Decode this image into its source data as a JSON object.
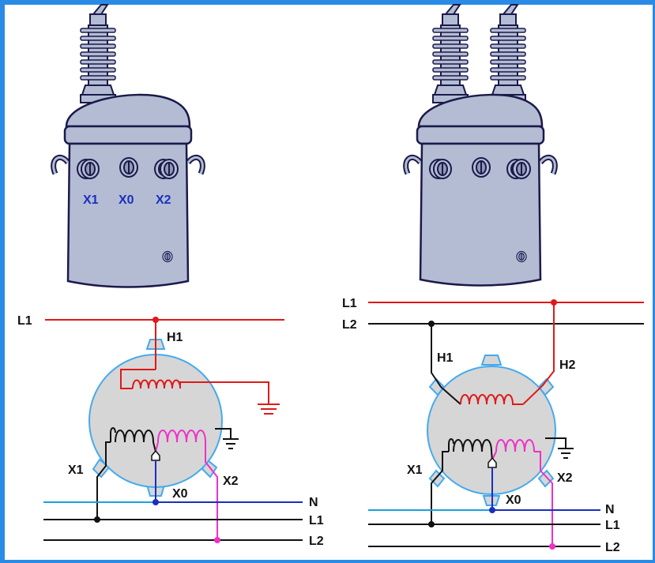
{
  "colors": {
    "frame": "#2a8be6",
    "tank": "#b4bcd4",
    "tank_dark": "#8f99b8",
    "outline": "#1a1a4a",
    "primary": "#e01818",
    "secondary": "#111111",
    "neutral_feed": "#1aa0e0",
    "neutral_tap": "#1a2fbf",
    "x2_lead": "#ee30c8",
    "case_fill": "#d6d6d6",
    "case_edge": "#44aaee"
  },
  "left_unit": {
    "terminal_labels": [
      "X1",
      "X0",
      "X2"
    ],
    "primary_label": "H1",
    "secondary_labels": [
      "X1",
      "X0",
      "X2"
    ],
    "line_labels": [
      "L1",
      "N",
      "L1",
      "L2"
    ]
  },
  "right_unit": {
    "primary_labels": [
      "H1",
      "H2"
    ],
    "secondary_labels": [
      "X1",
      "X0",
      "X2"
    ],
    "line_labels": [
      "L1",
      "L2",
      "N",
      "L1",
      "L2"
    ]
  }
}
